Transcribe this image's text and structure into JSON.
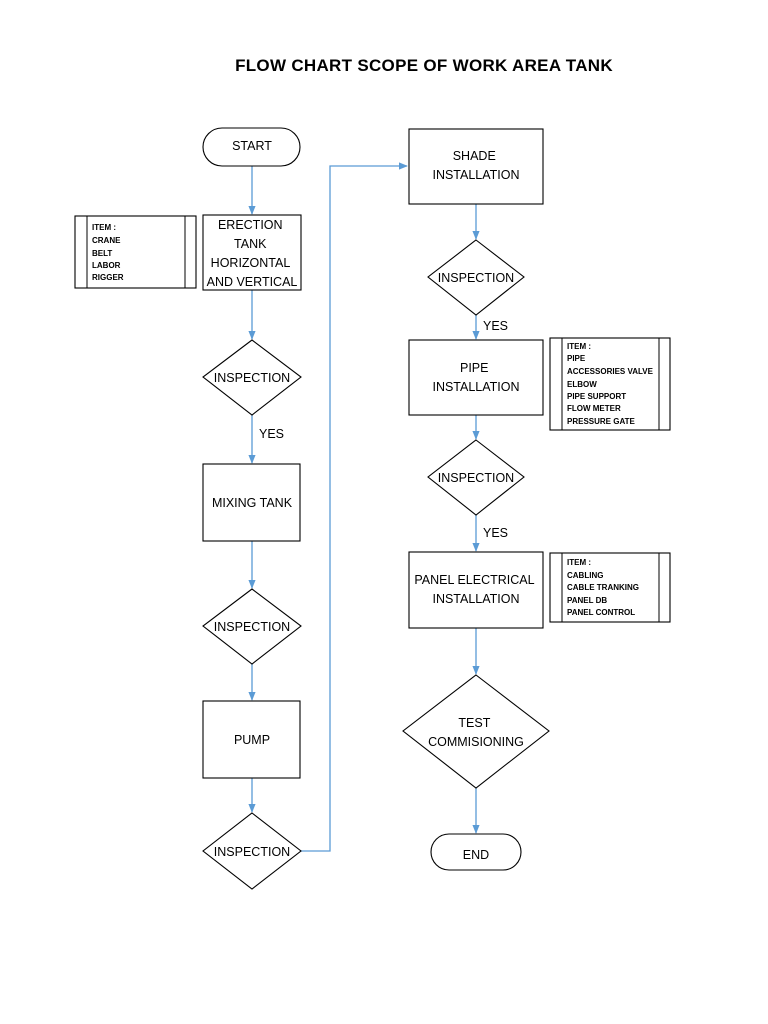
{
  "title": "FLOW CHART SCOPE OF WORK AREA TANK",
  "nodes": {
    "start": [
      "START"
    ],
    "erection": [
      "ERECTION",
      "TANK",
      "HORIZONTAL",
      "AND VERTICAL"
    ],
    "insp1": [
      "INSPECTION"
    ],
    "mixing": [
      "MIXING TANK"
    ],
    "insp2": [
      "INSPECTION"
    ],
    "pump": [
      "PUMP"
    ],
    "insp3": [
      "INSPECTION"
    ],
    "shade": [
      "SHADE",
      "INSTALLATION"
    ],
    "insp4": [
      "INSPECTION"
    ],
    "pipe": [
      "PIPE",
      "INSTALLATION"
    ],
    "insp5": [
      "INSPECTION"
    ],
    "panel": [
      "PANEL ELECTRICAL",
      "INSTALLATION"
    ],
    "test": [
      "TEST",
      "COMMISIONING"
    ],
    "end": [
      "END"
    ]
  },
  "yes_label": "YES",
  "item_lists": {
    "erection": [
      "ITEM :",
      "CRANE",
      "BELT",
      "LABOR",
      "RIGGER"
    ],
    "pipe": [
      "ITEM :",
      "PIPE",
      "ACCESSORIES VALVE",
      "ELBOW",
      "PIPE SUPPORT",
      "FLOW METER",
      "PRESSURE GATE"
    ],
    "panel": [
      "ITEM :",
      "CABLING",
      "CABLE TRANKING",
      "PANEL DB",
      "PANEL CONTROL"
    ]
  },
  "colors": {
    "connector": "#5b9bd5",
    "outline": "#000000"
  }
}
